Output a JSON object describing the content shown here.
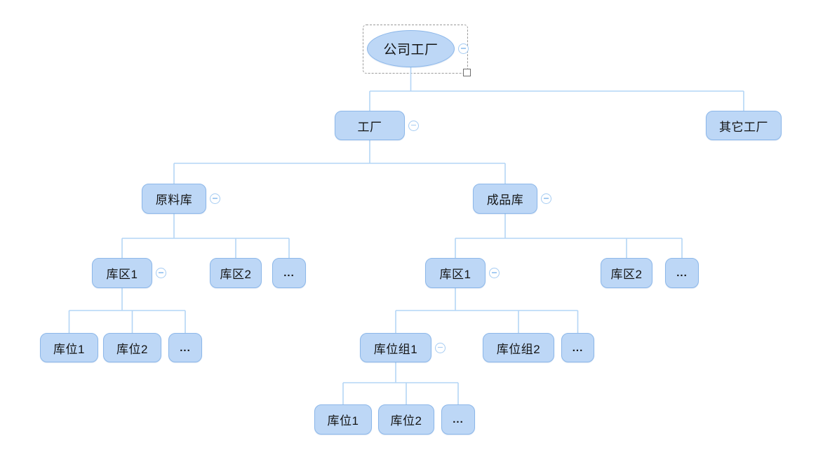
{
  "diagram": {
    "type": "tree",
    "description": "factory warehouse structure tree",
    "colors": {
      "background": "#ffffff",
      "node_fill": "#bdd7f6",
      "node_border": "#8cb7e9",
      "connector": "#b4d5f5",
      "collapse_icon": "#a6ccf2",
      "text": "#141414",
      "selection_dashed": "#9a9a9a",
      "selection_handle": "#6e6e6e"
    },
    "collapse_icon_glyph": "minus-circle",
    "nodes": [
      {
        "id": "root",
        "label": "公司工厂",
        "shape": "ellipse",
        "parent": null,
        "collapsible": true,
        "selected": true
      },
      {
        "id": "factory",
        "label": "工厂",
        "shape": "rect",
        "parent": "root",
        "collapsible": true,
        "selected": false
      },
      {
        "id": "other_factory",
        "label": "其它工厂",
        "shape": "rect",
        "parent": "root",
        "collapsible": false,
        "selected": false
      },
      {
        "id": "raw_wh",
        "label": "原料库",
        "shape": "rect",
        "parent": "factory",
        "collapsible": true,
        "selected": false
      },
      {
        "id": "fin_wh",
        "label": "成品库",
        "shape": "rect",
        "parent": "factory",
        "collapsible": true,
        "selected": false
      },
      {
        "id": "raw_area1",
        "label": "库区1",
        "shape": "rect",
        "parent": "raw_wh",
        "collapsible": true,
        "selected": false
      },
      {
        "id": "raw_area2",
        "label": "库区2",
        "shape": "rect",
        "parent": "raw_wh",
        "collapsible": false,
        "selected": false
      },
      {
        "id": "raw_area_more",
        "label": "...",
        "shape": "rect",
        "parent": "raw_wh",
        "collapsible": false,
        "selected": false
      },
      {
        "id": "fin_area1",
        "label": "库区1",
        "shape": "rect",
        "parent": "fin_wh",
        "collapsible": true,
        "selected": false
      },
      {
        "id": "fin_area2",
        "label": "库区2",
        "shape": "rect",
        "parent": "fin_wh",
        "collapsible": false,
        "selected": false
      },
      {
        "id": "fin_area_more",
        "label": "...",
        "shape": "rect",
        "parent": "fin_wh",
        "collapsible": false,
        "selected": false
      },
      {
        "id": "raw_loc1",
        "label": "库位1",
        "shape": "rect",
        "parent": "raw_area1",
        "collapsible": false,
        "selected": false
      },
      {
        "id": "raw_loc2",
        "label": "库位2",
        "shape": "rect",
        "parent": "raw_area1",
        "collapsible": false,
        "selected": false
      },
      {
        "id": "raw_loc_more",
        "label": "...",
        "shape": "rect",
        "parent": "raw_area1",
        "collapsible": false,
        "selected": false
      },
      {
        "id": "grp1",
        "label": "库位组1",
        "shape": "rect",
        "parent": "fin_area1",
        "collapsible": true,
        "selected": false
      },
      {
        "id": "grp2",
        "label": "库位组2",
        "shape": "rect",
        "parent": "fin_area1",
        "collapsible": false,
        "selected": false
      },
      {
        "id": "grp_more",
        "label": "...",
        "shape": "rect",
        "parent": "fin_area1",
        "collapsible": false,
        "selected": false
      },
      {
        "id": "g_loc1",
        "label": "库位1",
        "shape": "rect",
        "parent": "grp1",
        "collapsible": false,
        "selected": false
      },
      {
        "id": "g_loc2",
        "label": "库位2",
        "shape": "rect",
        "parent": "grp1",
        "collapsible": false,
        "selected": false
      },
      {
        "id": "g_loc_more",
        "label": "...",
        "shape": "rect",
        "parent": "grp1",
        "collapsible": false,
        "selected": false
      }
    ]
  }
}
